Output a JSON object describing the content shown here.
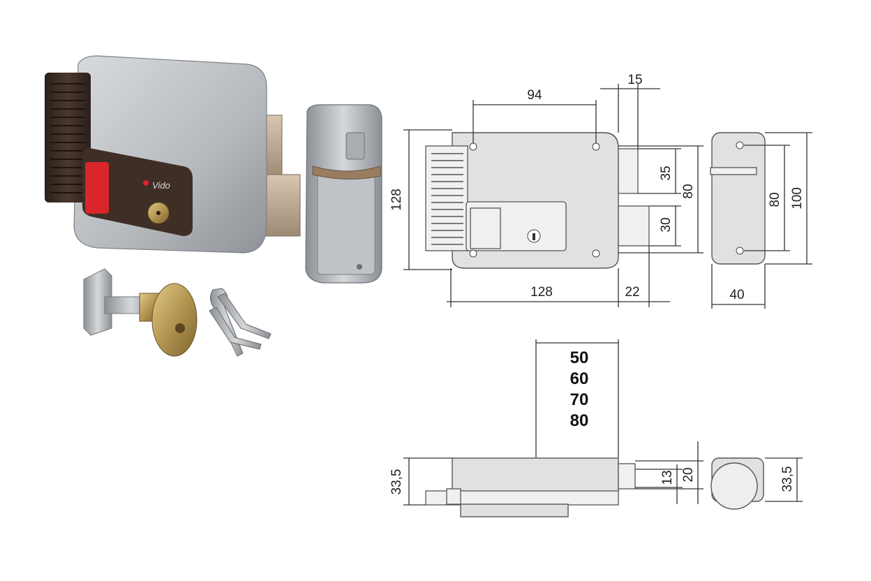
{
  "product_photo": {
    "brand_logo": "Vido",
    "items": [
      "lock-body",
      "strike-plate",
      "cylinder-with-keys"
    ]
  },
  "front_view": {
    "dim_top_hole_spacing": "94",
    "dim_bolt_offset": "15",
    "dim_height": "128",
    "dim_latch": "35",
    "dim_bolt": "30",
    "dim_inner_height": "80",
    "dim_width": "128",
    "dim_projection": "22"
  },
  "strike_view": {
    "dim_holes": "80",
    "dim_height": "100",
    "dim_width": "40"
  },
  "cylinder_lengths": [
    "50",
    "60",
    "70",
    "80"
  ],
  "side_view": {
    "dim_depth": "33,5",
    "dim_bolt_13": "13",
    "dim_bolt_20": "20",
    "dim_knob_depth": "33,5"
  },
  "colors": {
    "lock_grey": "#b8bcc0",
    "handle_brown": "#3e2e26",
    "button_red": "#d8262b",
    "brass": "#b49550"
  }
}
